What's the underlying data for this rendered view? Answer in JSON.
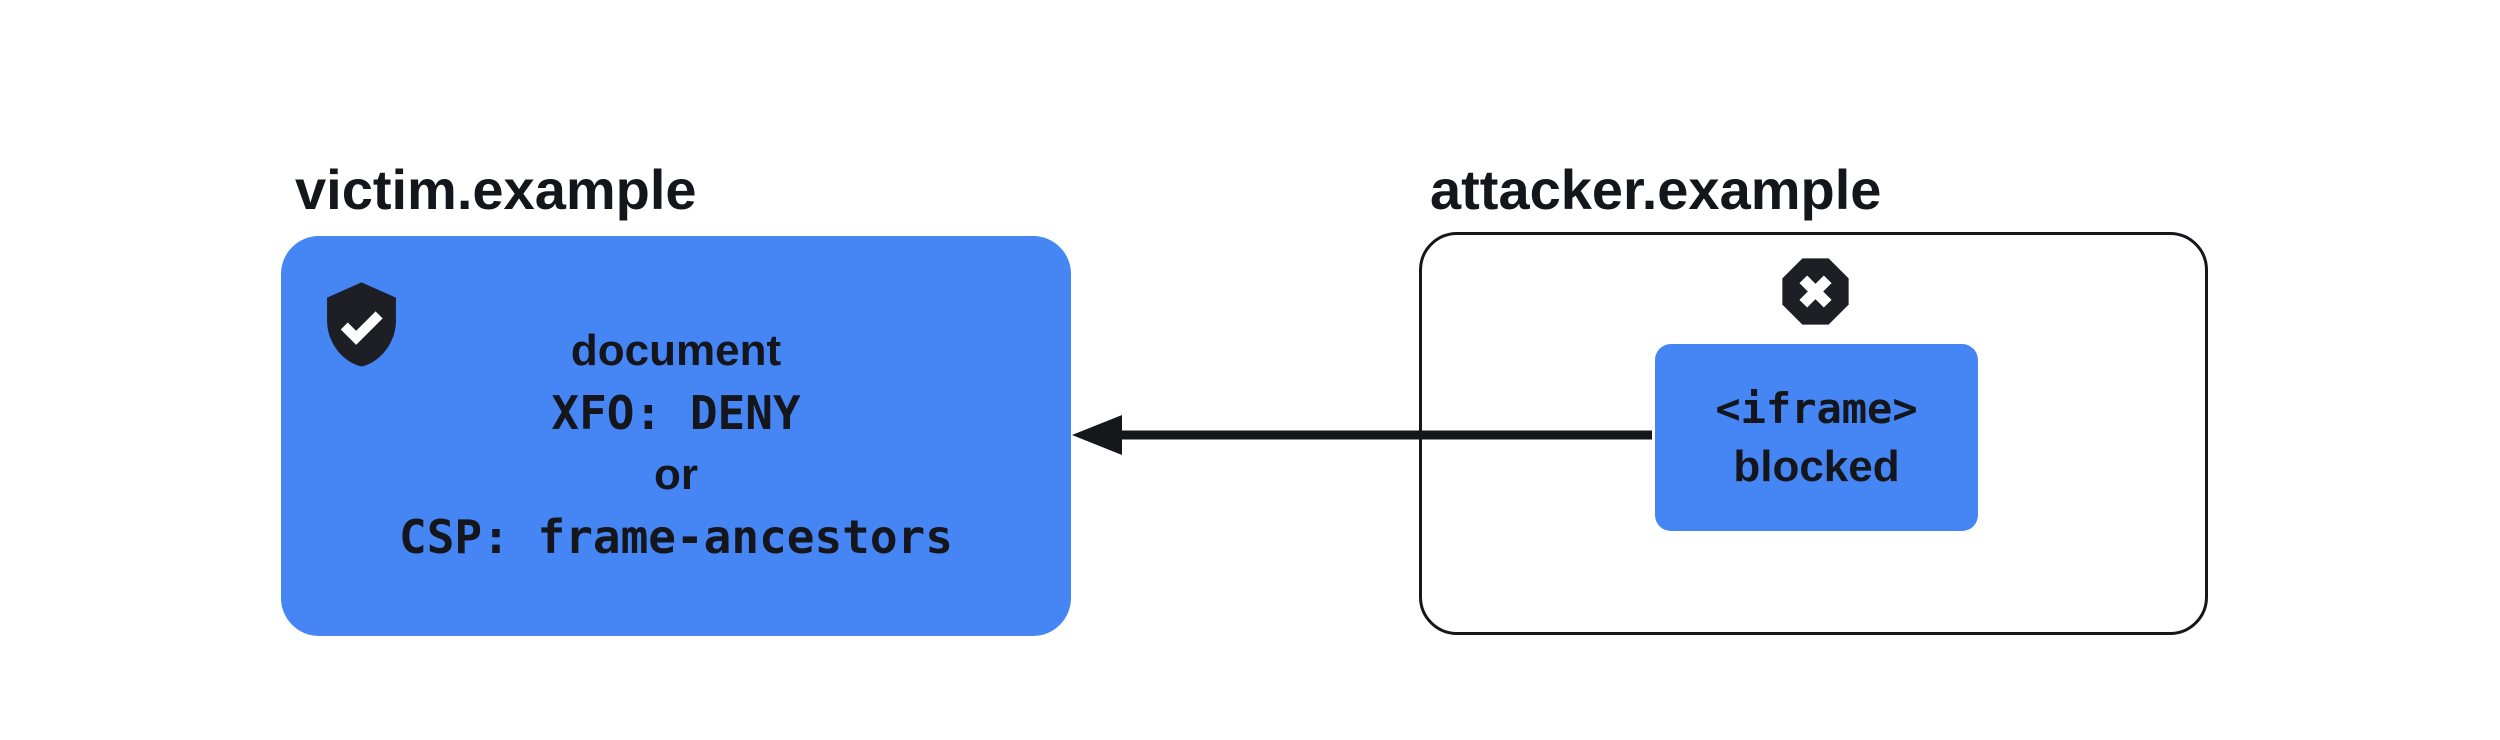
{
  "diagram_title": "frame-ancestors / X-Frame-Options blocking diagram",
  "colors": {
    "accent_blue": "#4585F4",
    "ink_black": "#15171b",
    "background": "#ffffff",
    "icon_check_color": "#ffffff",
    "icon_x_color": "#ffffff"
  },
  "victim": {
    "label": "victim.example",
    "icon": "shield-check-icon",
    "lines": [
      {
        "text": "document",
        "style": "sans"
      },
      {
        "text": "XFO: DENY",
        "style": "mono"
      },
      {
        "text": "or",
        "style": "sans"
      },
      {
        "text": "CSP: frame-ancestors",
        "style": "mono"
      }
    ]
  },
  "attacker": {
    "label": "attacker.example",
    "icon": "blocked-x-icon",
    "iframe_box": {
      "lines": [
        {
          "text": "<iframe>",
          "style": "mono"
        },
        {
          "text": "blocked",
          "style": "sans"
        }
      ]
    }
  },
  "arrow": {
    "meaning": "embed request blocked",
    "direction": "right-to-left",
    "from": "attacker-iframe-box",
    "to": "victim-document-box"
  }
}
